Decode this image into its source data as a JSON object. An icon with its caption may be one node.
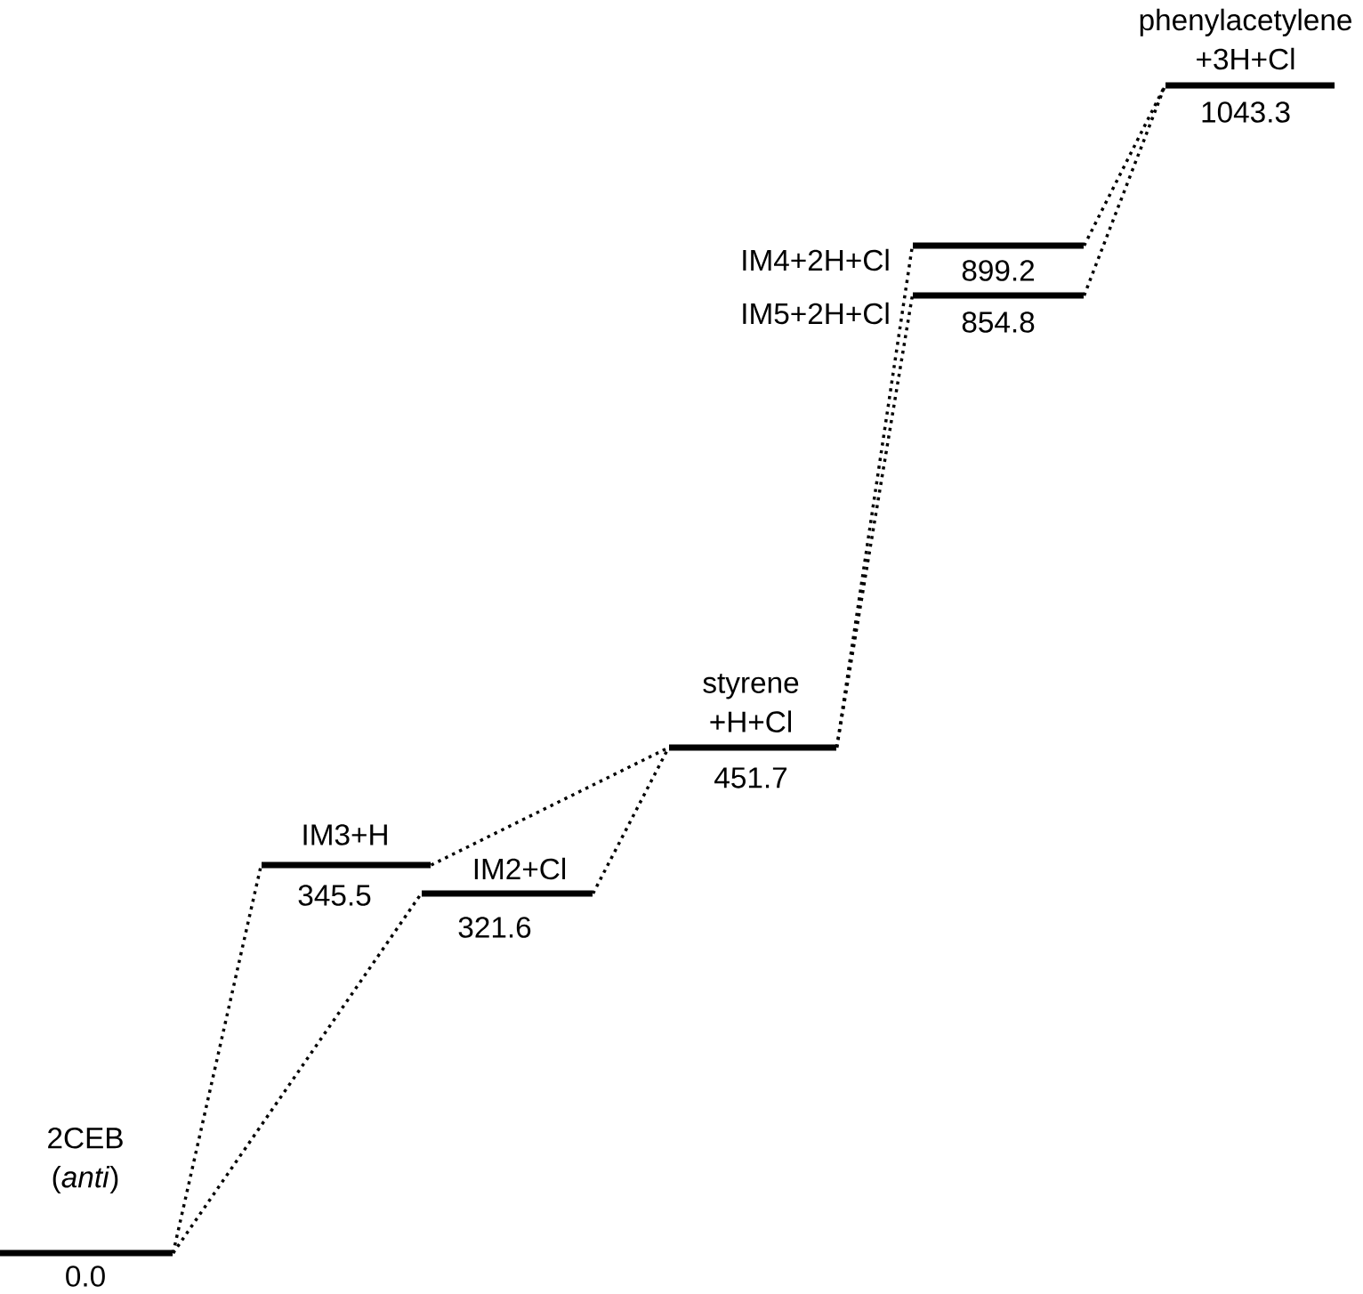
{
  "diagram": {
    "nodes": [
      {
        "text": [
          "2CEB (*anti*)",
          "0.0"
        ]
      },
      {
        "text": [
          "IM3+H",
          "345.5"
        ]
      },
      {
        "text": [
          "IM2+Cl",
          "321.6"
        ]
      },
      {
        "text": [
          "styrene +H+Cl",
          "451.7"
        ]
      },
      {
        "text": [
          "IM4+2H+Cl",
          "899.2"
        ]
      },
      {
        "text": [
          "IM5+2H+Cl",
          "854.8"
        ]
      },
      {
        "text": [
          "phenylacetylene +3H+Cl",
          "1043.3"
        ]
      }
    ],
    "edges": [
      {
        "from": 0,
        "to": 1,
        "arrow": "none"
      },
      {
        "from": 0,
        "to": 2,
        "arrow": "none"
      },
      {
        "from": 1,
        "to": 3,
        "arrow": "none"
      },
      {
        "from": 2,
        "to": 3,
        "arrow": "none"
      },
      {
        "from": 3,
        "to": 4,
        "arrow": "none"
      },
      {
        "from": 3,
        "to": 5,
        "arrow": "none"
      },
      {
        "from": 4,
        "to": 6,
        "arrow": "none"
      },
      {
        "from": 5,
        "to": 6,
        "arrow": "none"
      }
    ]
  }
}
